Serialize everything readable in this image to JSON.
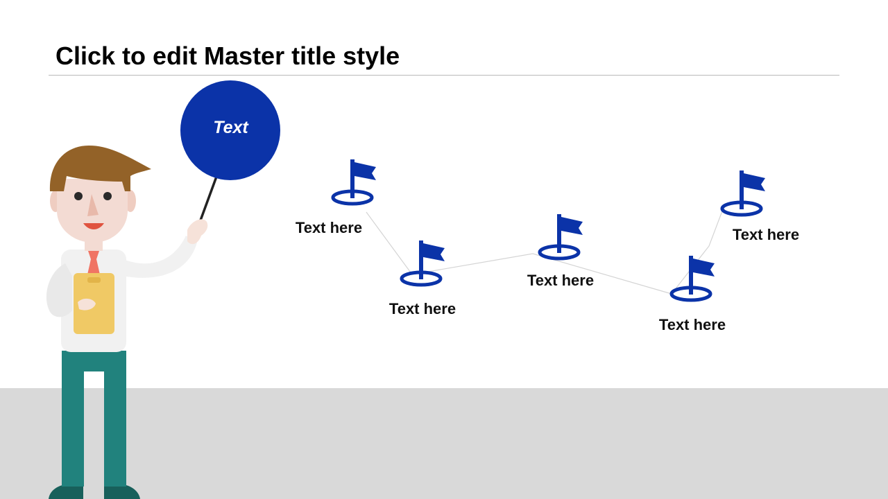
{
  "slide": {
    "title": "Click to edit Master title style"
  },
  "bubble": {
    "text": "Text"
  },
  "milestones": [
    {
      "label": "Text here"
    },
    {
      "label": "Text here"
    },
    {
      "label": "Text here"
    },
    {
      "label": "Text here"
    },
    {
      "label": "Text here"
    }
  ],
  "colors": {
    "accent": "#0b33a8",
    "floor": "#d9d9d9",
    "pants": "#21827d",
    "clipboard": "#f0c965",
    "hair": "#936228",
    "skin": "#f3dbd3",
    "tie": "#f07464",
    "shirt": "#f1f1f1"
  },
  "icons": {
    "milestone": "flag-icon"
  }
}
